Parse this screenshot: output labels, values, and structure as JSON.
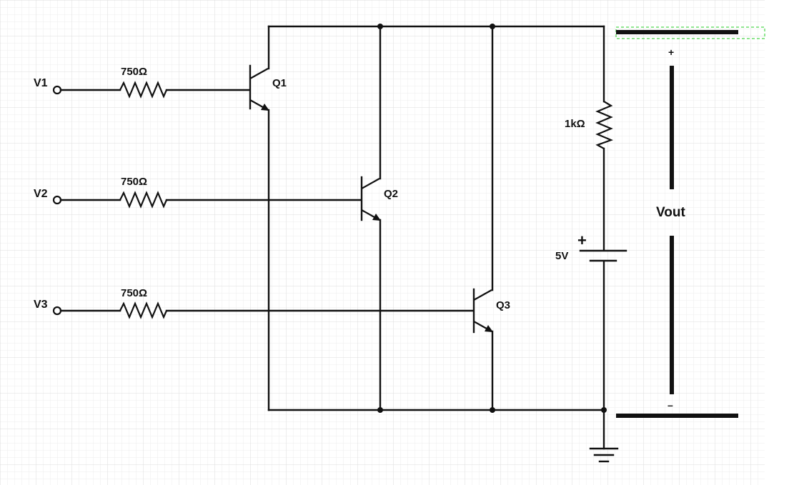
{
  "inputs": [
    {
      "name": "V1",
      "resistor": "750Ω",
      "transistor": "Q1"
    },
    {
      "name": "V2",
      "resistor": "750Ω",
      "transistor": "Q2"
    },
    {
      "name": "V3",
      "resistor": "750Ω",
      "transistor": "Q3"
    }
  ],
  "load_resistor": "1kΩ",
  "battery": {
    "label": "5V",
    "polarity_mark": "+"
  },
  "output": {
    "label": "Vout",
    "plus": "+",
    "minus": "–"
  },
  "colors": {
    "wire": "#111111",
    "grid": "#e6e6e6",
    "selection": "#22cc22"
  }
}
